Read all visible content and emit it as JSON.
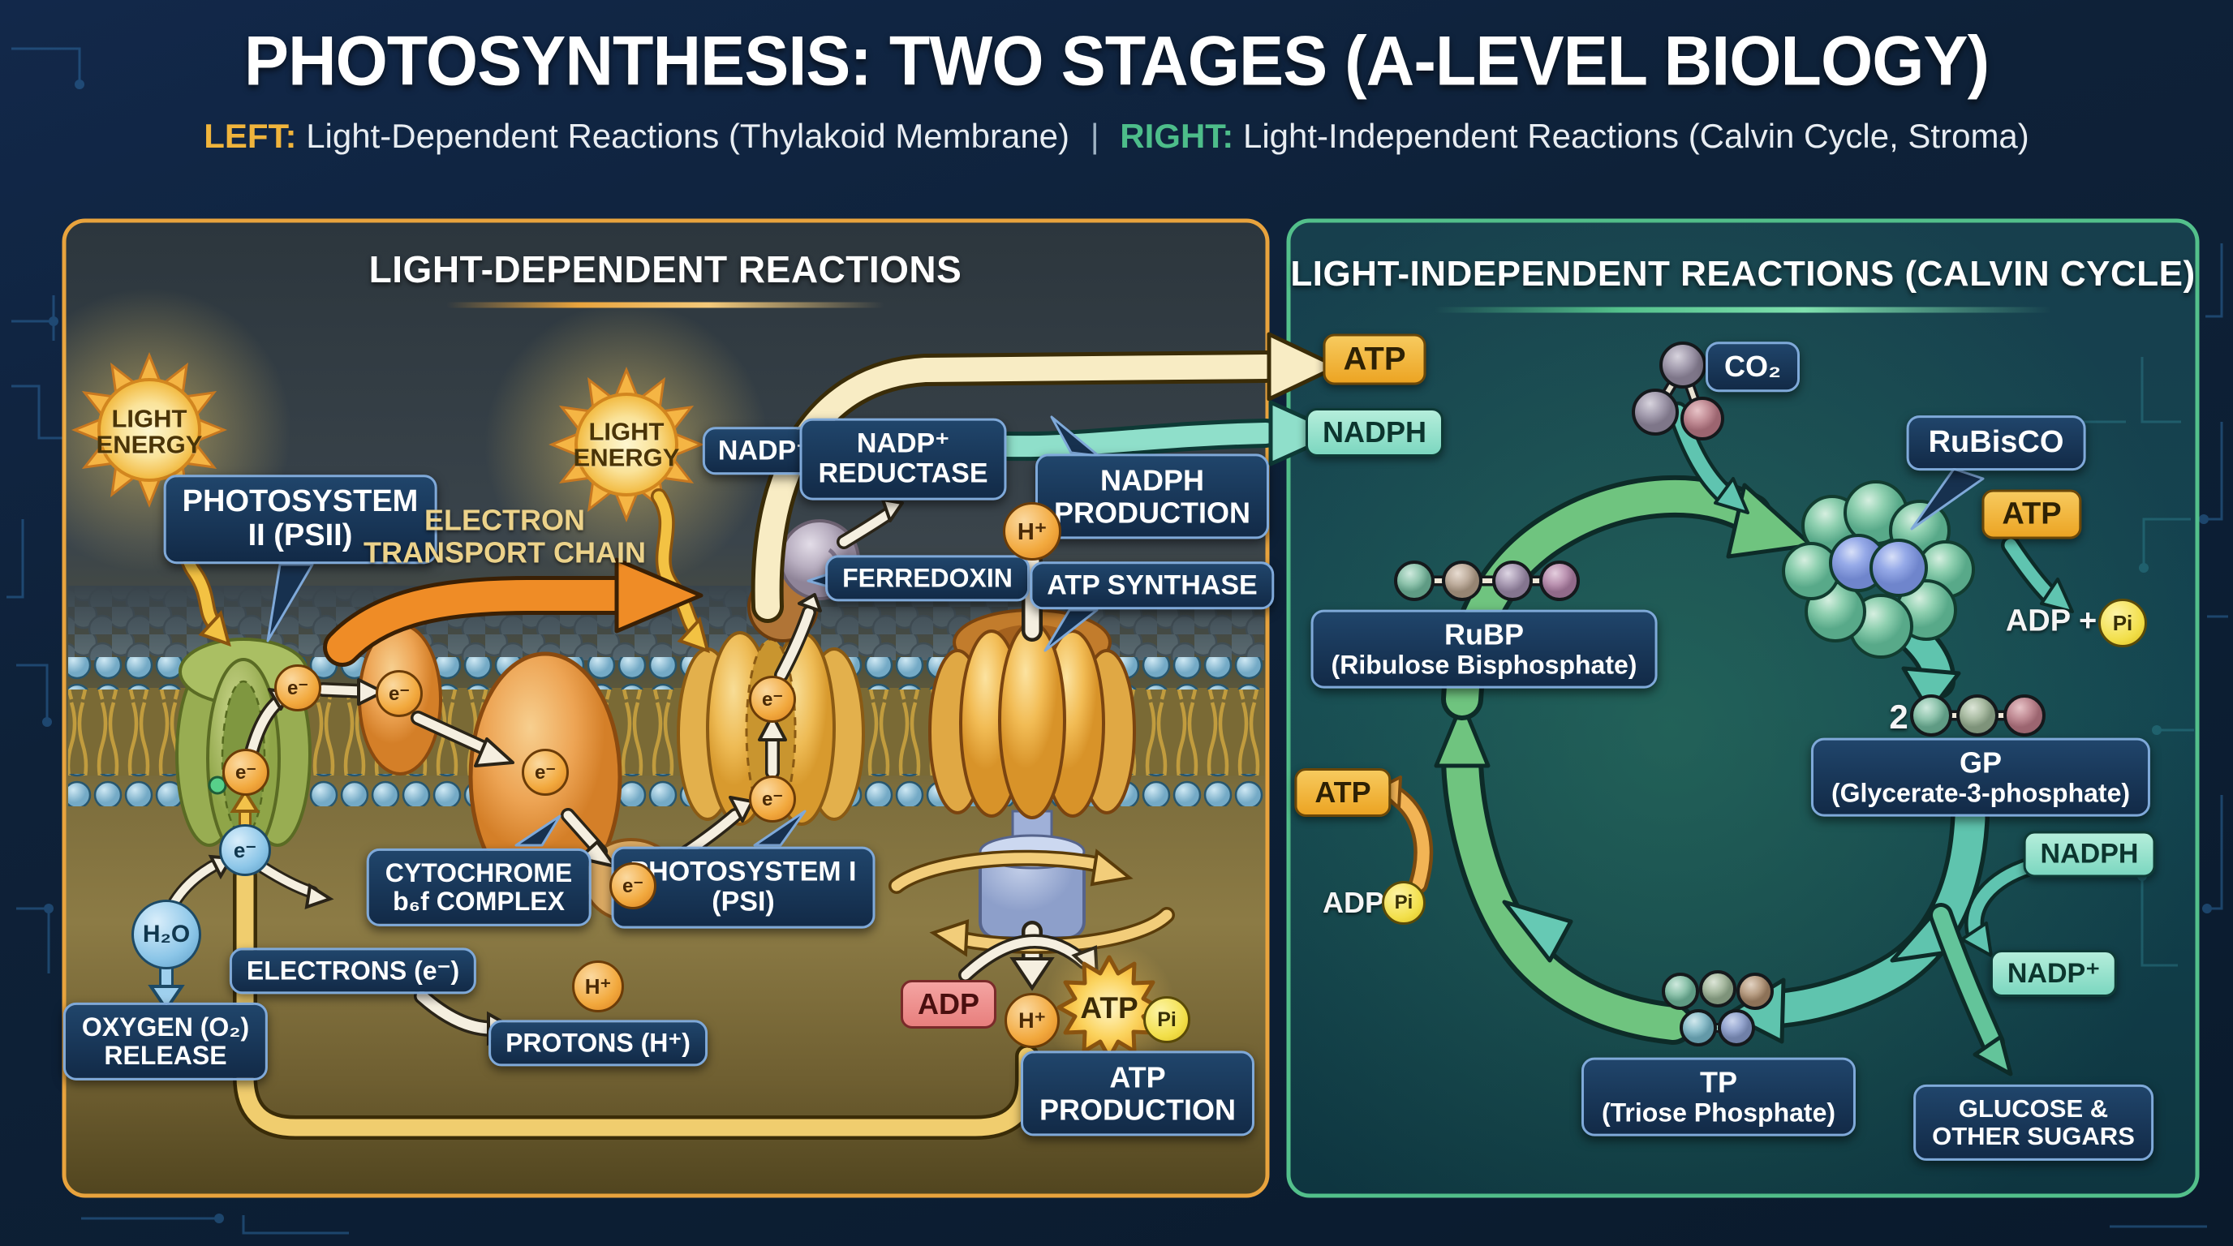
{
  "header": {
    "title": "PHOTOSYNTHESIS: TWO STAGES (A-LEVEL BIOLOGY)",
    "legend": {
      "left_label": "LEFT:",
      "left_text": "Light-Dependent Reactions (Thylakoid Membrane)",
      "divider": "|",
      "right_label": "RIGHT:",
      "right_text": "Light-Independent Reactions (Calvin Cycle, Stroma)"
    }
  },
  "colors": {
    "panel_left_border": "#e8a33d",
    "panel_right_border": "#53c08b",
    "legend_left": "#f0b43c",
    "legend_right": "#4dbd8a",
    "atp_badge": "#f2b340",
    "nadph_badge": "#9fe6d2",
    "label_box": "#16314e"
  },
  "left_panel": {
    "title": "LIGHT-DEPENDENT REACTIONS",
    "sun": {
      "line1": "LIGHT",
      "line2": "ENERGY"
    },
    "psii": {
      "line1": "PHOTOSYSTEM",
      "line2": "II (PSII)"
    },
    "etc": {
      "line1": "ELECTRON",
      "line2": "TRANSPORT CHAIN"
    },
    "nadp_plus": "NADP⁺",
    "nadp_reductase": {
      "line1": "NADP⁺",
      "line2": "REDUCTASE"
    },
    "nadph_production": {
      "line1": "NADPH",
      "line2": "PRODUCTION"
    },
    "ferredoxin": "FERREDOXIN",
    "atp_synthase": "ATP SYNTHASE",
    "cytochrome": {
      "line1": "CYTOCHROME",
      "line2": "b₆f COMPLEX"
    },
    "psi": {
      "line1": "PHOTOSYSTEM I",
      "line2": "(PSI)"
    },
    "electrons": "ELECTRONS (e⁻)",
    "protons": "PROTONS (H⁺)",
    "oxygen": {
      "line1": "OXYGEN (O₂)",
      "line2": "RELEASE"
    },
    "atp_production": {
      "line1": "ATP",
      "line2": "PRODUCTION"
    },
    "water": "H₂O",
    "electron": "e⁻",
    "proton": "H⁺",
    "adp": "ADP",
    "atp": "ATP",
    "pi": "Pi"
  },
  "outputs": {
    "atp": "ATP",
    "nadph": "NADPH"
  },
  "right_panel": {
    "title": "LIGHT-INDEPENDENT REACTIONS (CALVIN CYCLE)",
    "co2": "CO₂",
    "rubisco": "RuBisCO",
    "atp_in": "ATP",
    "adp_plus": "ADP +",
    "pi": "Pi",
    "gp_coefficient": "2",
    "gp": {
      "line1": "GP",
      "line2": "(Glycerate-3-phosphate)"
    },
    "nadph": "NADPH",
    "nadp_plus": "NADP⁺",
    "tp": {
      "line1": "TP",
      "line2": "(Triose Phosphate)"
    },
    "glucose": {
      "line1": "GLUCOSE &",
      "line2": "OTHER SUGARS"
    },
    "rubp": {
      "line1": "RuBP",
      "line2": "(Ribulose Bisphosphate)"
    },
    "atp_regen": "ATP",
    "adp_regen": "ADP"
  }
}
